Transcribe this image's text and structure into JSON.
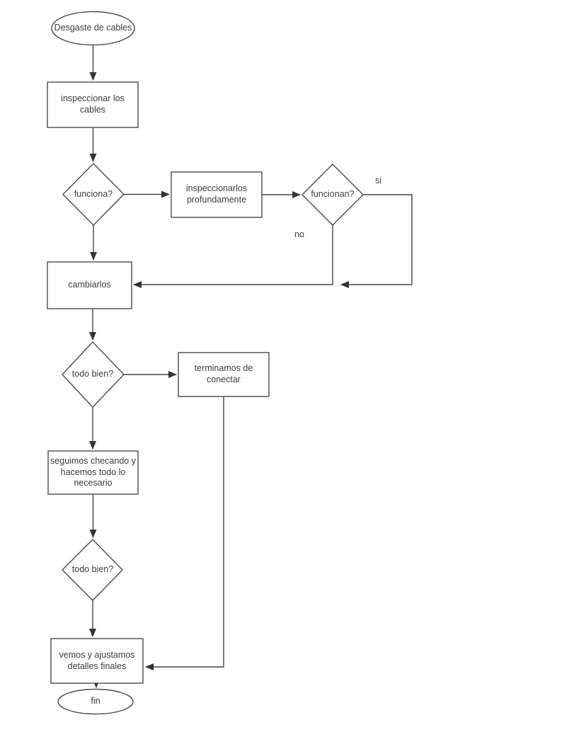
{
  "diagram": {
    "nodes": {
      "start": {
        "type": "terminator",
        "label": "Desgaste de cables"
      },
      "inspect_cables": {
        "type": "process",
        "label": "inspeccionar los cables"
      },
      "works": {
        "type": "decision",
        "label": "funciona?"
      },
      "inspect_deeply": {
        "type": "process",
        "label": "inspeccionarlos profundamente"
      },
      "works_after_inspection": {
        "type": "decision",
        "label": "funcionan?"
      },
      "replace_cables": {
        "type": "process",
        "label": "cambiarlos"
      },
      "all_good_1": {
        "type": "decision",
        "label": "todo bien?"
      },
      "finish_connecting": {
        "type": "process",
        "label": "terminamos de conectar"
      },
      "keep_checking": {
        "type": "process",
        "label": "seguimos checando y hacemos todo lo necesario"
      },
      "all_good_2": {
        "type": "decision",
        "label": "todo bien?"
      },
      "final_adjustments": {
        "type": "process",
        "label": "vemos y ajustamos detalles finales"
      },
      "end": {
        "type": "terminator",
        "label": "fin"
      }
    },
    "edge_labels": {
      "yes": "si",
      "no": "no"
    },
    "style": {
      "stroke_color": "#4a4a4a",
      "text_color": "#3c3c3c",
      "background": "#ffffff"
    }
  }
}
